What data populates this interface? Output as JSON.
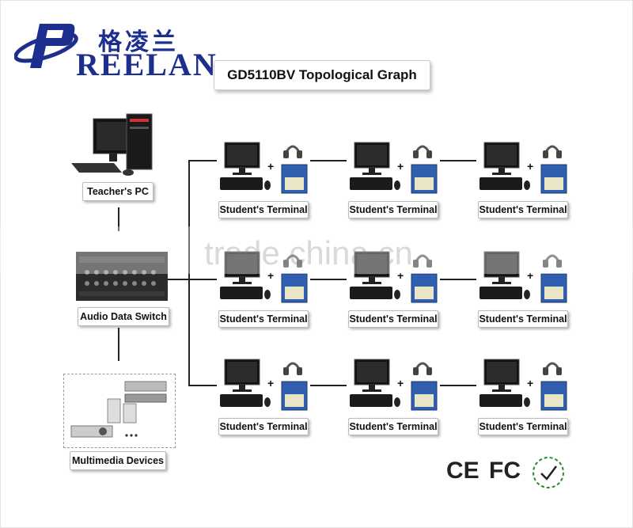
{
  "logo": {
    "chinese": "格凌兰",
    "english": "REELAN"
  },
  "title": "GD5110BV Topological Graph",
  "nodes": {
    "teacher_pc": "Teacher's PC",
    "audio_switch": "Audio Data Switch",
    "multimedia": "Multimedia Devices"
  },
  "terminals": [
    "Student's Terminal",
    "Student's Terminal",
    "Student's Terminal",
    "Student's Terminal",
    "Student's Terminal",
    "Student's Terminal",
    "Student's Terminal",
    "Student's Terminal",
    "Student's Terminal"
  ],
  "plus_sign": "+",
  "certifications": [
    "CE",
    "FC"
  ],
  "watermark": "trade.china.cn",
  "colors": {
    "brand": "#1c2f8f",
    "line": "#222222"
  }
}
